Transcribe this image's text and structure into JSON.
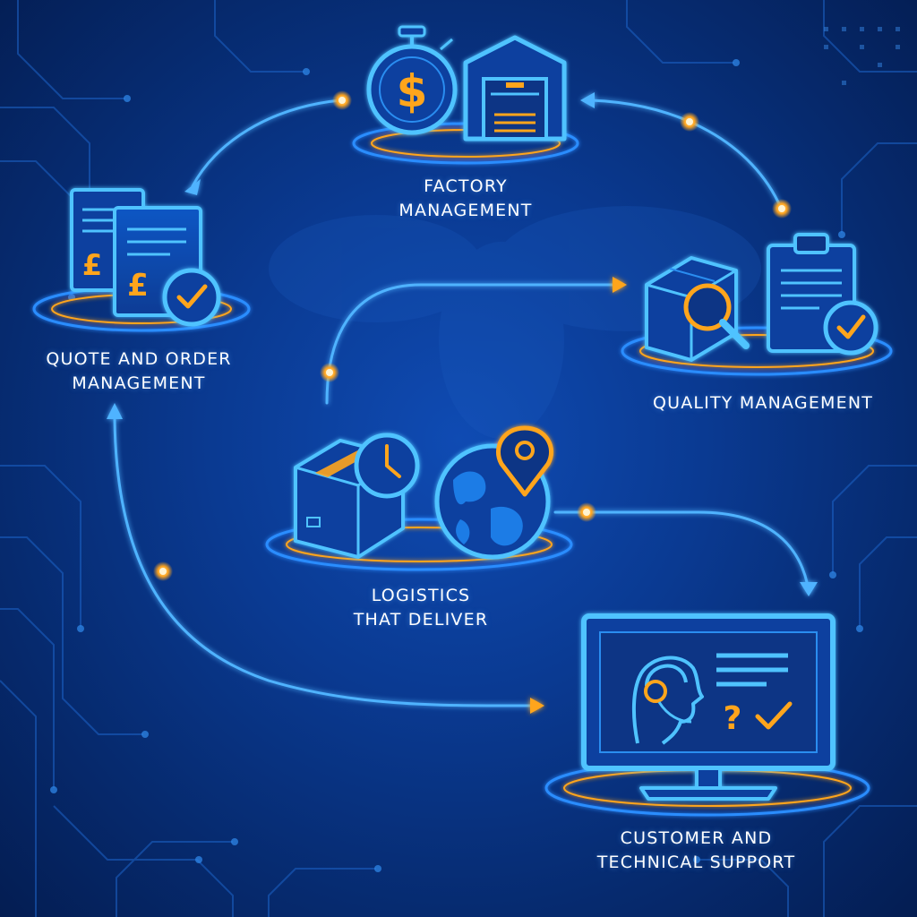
{
  "diagram": {
    "nodes": [
      {
        "id": "factory",
        "line1": "FACTORY",
        "line2": "MANAGEMENT"
      },
      {
        "id": "quote",
        "line1": "QUOTE AND ORDER",
        "line2": "MANAGEMENT"
      },
      {
        "id": "quality",
        "line1": "QUALITY MANAGEMENT",
        "line2": ""
      },
      {
        "id": "logistics",
        "line1": "LOGISTICS",
        "line2": "THAT DELIVER"
      },
      {
        "id": "support",
        "line1": "CUSTOMER AND",
        "line2": "TECHNICAL SUPPORT"
      }
    ],
    "icons": {
      "factory": [
        "stopwatch-dollar-icon",
        "warehouse-icon"
      ],
      "quote": [
        "pound-invoice-icon",
        "checkmark-badge-icon"
      ],
      "quality": [
        "box-magnifier-icon",
        "clipboard-check-icon"
      ],
      "logistics": [
        "package-clock-icon",
        "globe-pin-icon"
      ],
      "support": [
        "monitor-headset-agent-icon"
      ]
    },
    "icon_glyphs": {
      "dollar": "$",
      "pound": "£",
      "question": "?"
    },
    "colors": {
      "background": "#0a3a92",
      "line": "#4fb3ff",
      "accent": "#ffa51f",
      "icon_fill": "#0b3f9f",
      "text": "#ffffff"
    }
  }
}
